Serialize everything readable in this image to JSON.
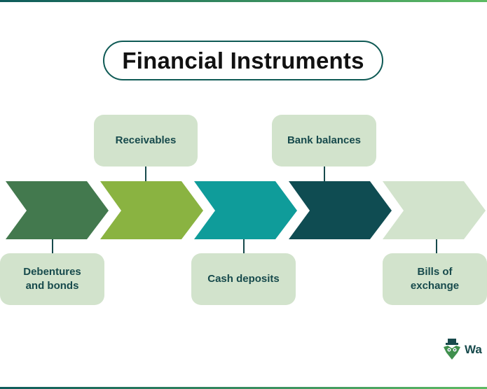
{
  "title": "Financial Instruments",
  "colors": {
    "chevron_1": "#43794e",
    "chevron_2": "#8ab341",
    "chevron_3": "#0f9c9a",
    "chevron_4": "#0f4c52",
    "chevron_5": "#d2e3cc",
    "label_bg": "#d2e3cc",
    "label_text": "#174a4c"
  },
  "labels": {
    "debentures": "Debentures and bonds",
    "receivables": "Receivables",
    "cash_deposits": "Cash deposits",
    "bank_balances": "Bank balances",
    "bills_of_exchange": "Bills of exchange"
  },
  "logo": {
    "text": "Wa",
    "icon": "owl-logo-icon"
  }
}
